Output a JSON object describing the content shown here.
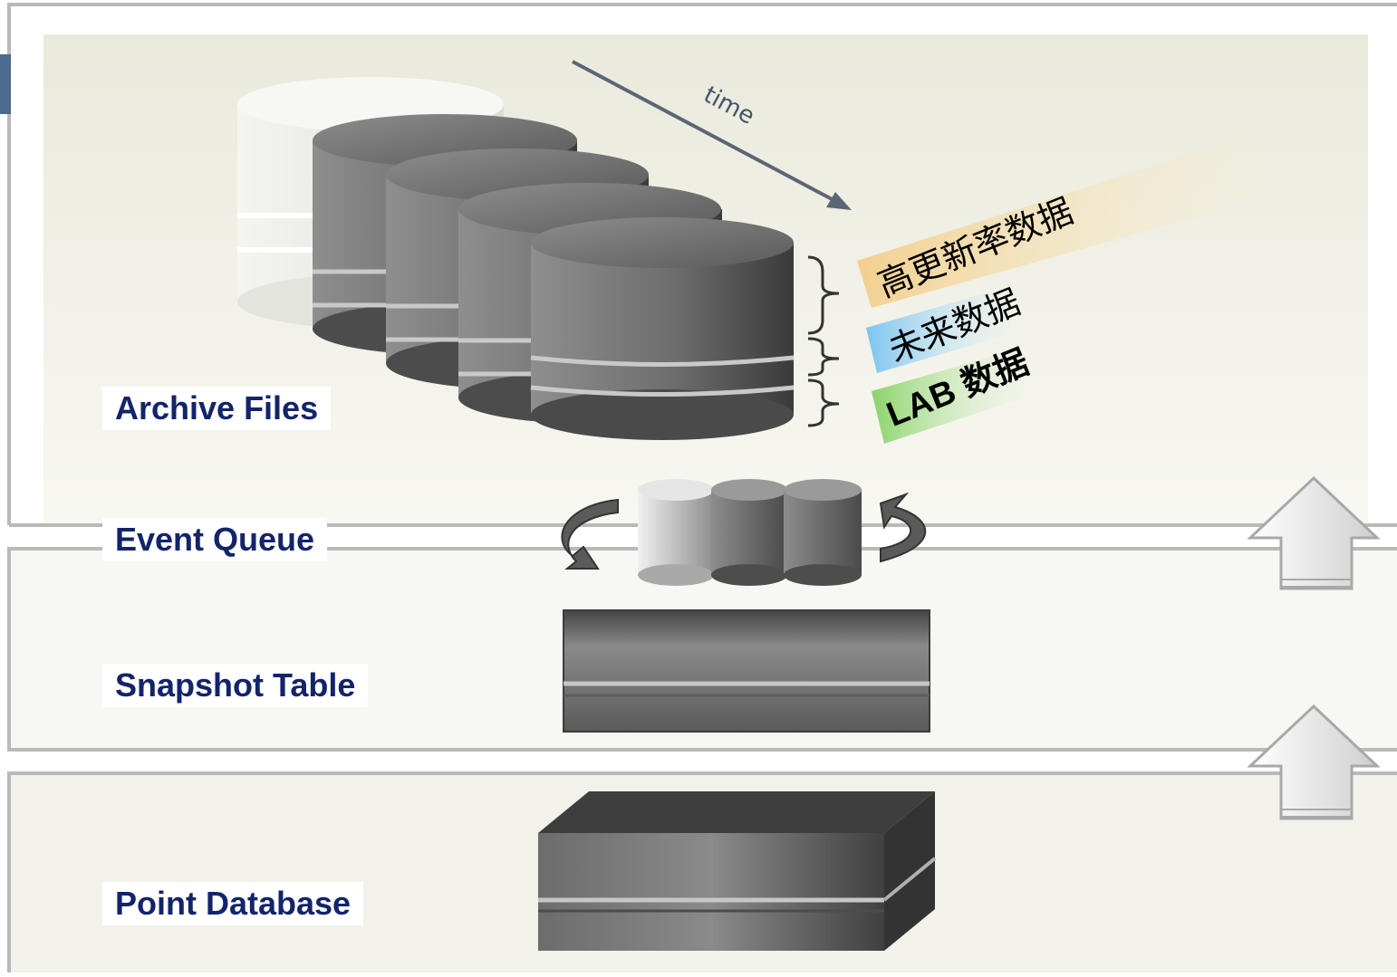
{
  "layers": {
    "archive_files": "Archive Files",
    "event_queue": "Event Queue",
    "snapshot_table": "Snapshot Table",
    "point_database": "Point Database"
  },
  "time_label": "time",
  "data_types": {
    "high_rate": "高更新率数据",
    "future": "未来数据",
    "lab": "LAB 数据"
  },
  "colors": {
    "label_text": "#13246a",
    "high_rate_bg": "#f6dca8",
    "future_bg": "#9fd3f2",
    "lab_bg": "#a6e08a"
  }
}
